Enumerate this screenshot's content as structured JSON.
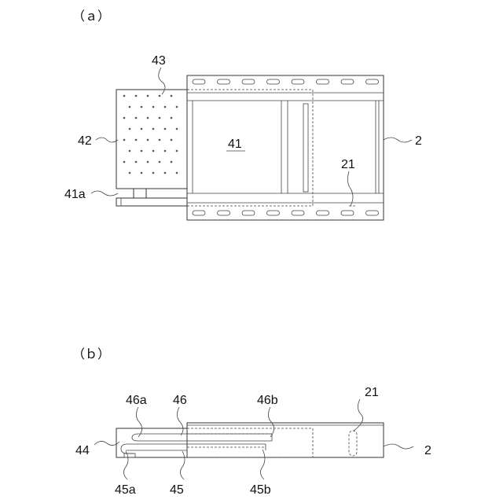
{
  "panel_a": {
    "caption": "（ａ）",
    "labels": {
      "l43": "43",
      "l42": "42",
      "l41": "41",
      "l41a": "41a",
      "l2": "2",
      "l21": "21"
    }
  },
  "panel_b": {
    "caption": "（ｂ）",
    "labels": {
      "l46a": "46a",
      "l46": "46",
      "l46b": "46b",
      "l21": "21",
      "l44": "44",
      "l2": "2",
      "l45a": "45a",
      "l45": "45",
      "l45b": "45b"
    }
  }
}
